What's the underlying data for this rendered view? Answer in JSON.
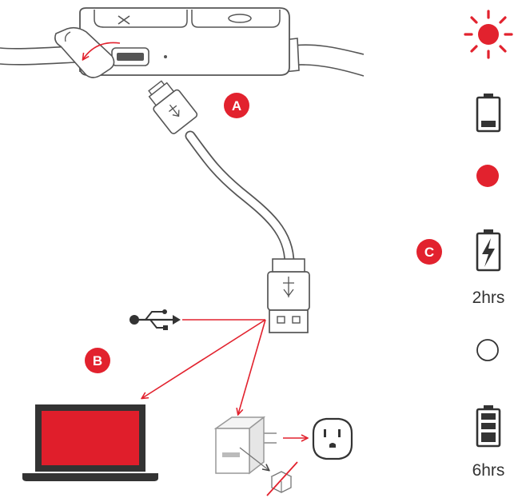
{
  "colors": {
    "accent": "#e2222e",
    "ink": "#333333",
    "outline": "#555555",
    "screen": "#e01e2b"
  },
  "badges": {
    "a": "A",
    "b": "B",
    "c": "C"
  },
  "status_legend": [
    {
      "icon": "sun-icon",
      "label": ""
    },
    {
      "icon": "battery-low-icon",
      "label": ""
    },
    {
      "icon": "red-dot-icon",
      "label": ""
    },
    {
      "icon": "battery-charging-icon",
      "label": "2hrs"
    },
    {
      "icon": "white-dot-icon",
      "label": ""
    },
    {
      "icon": "battery-full-icon",
      "label": "6hrs"
    }
  ]
}
